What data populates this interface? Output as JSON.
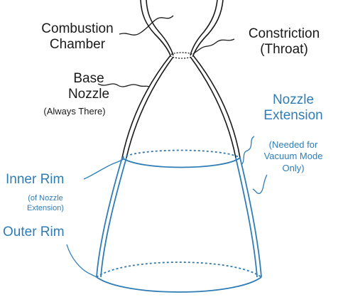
{
  "colors": {
    "ink": "#1a1a1a",
    "accent": "#2f7db6",
    "background": "#ffffff"
  },
  "labels": {
    "combustion_chamber": {
      "line1": "Combustion",
      "line2": "Chamber"
    },
    "constriction": {
      "line1": "Constriction",
      "line2": "(Throat)"
    },
    "base_nozzle": {
      "line1": "Base",
      "line2": "Nozzle",
      "note": "(Always There)"
    },
    "nozzle_extension": {
      "line1": "Nozzle",
      "line2": "Extension",
      "note1": "(Needed for",
      "note2": "Vacuum Mode",
      "note3": "Only)"
    },
    "inner_rim": {
      "title": "Inner Rim",
      "note1": "(of Nozzle",
      "note2": "Extension)"
    },
    "outer_rim": {
      "title": "Outer Rim"
    }
  }
}
